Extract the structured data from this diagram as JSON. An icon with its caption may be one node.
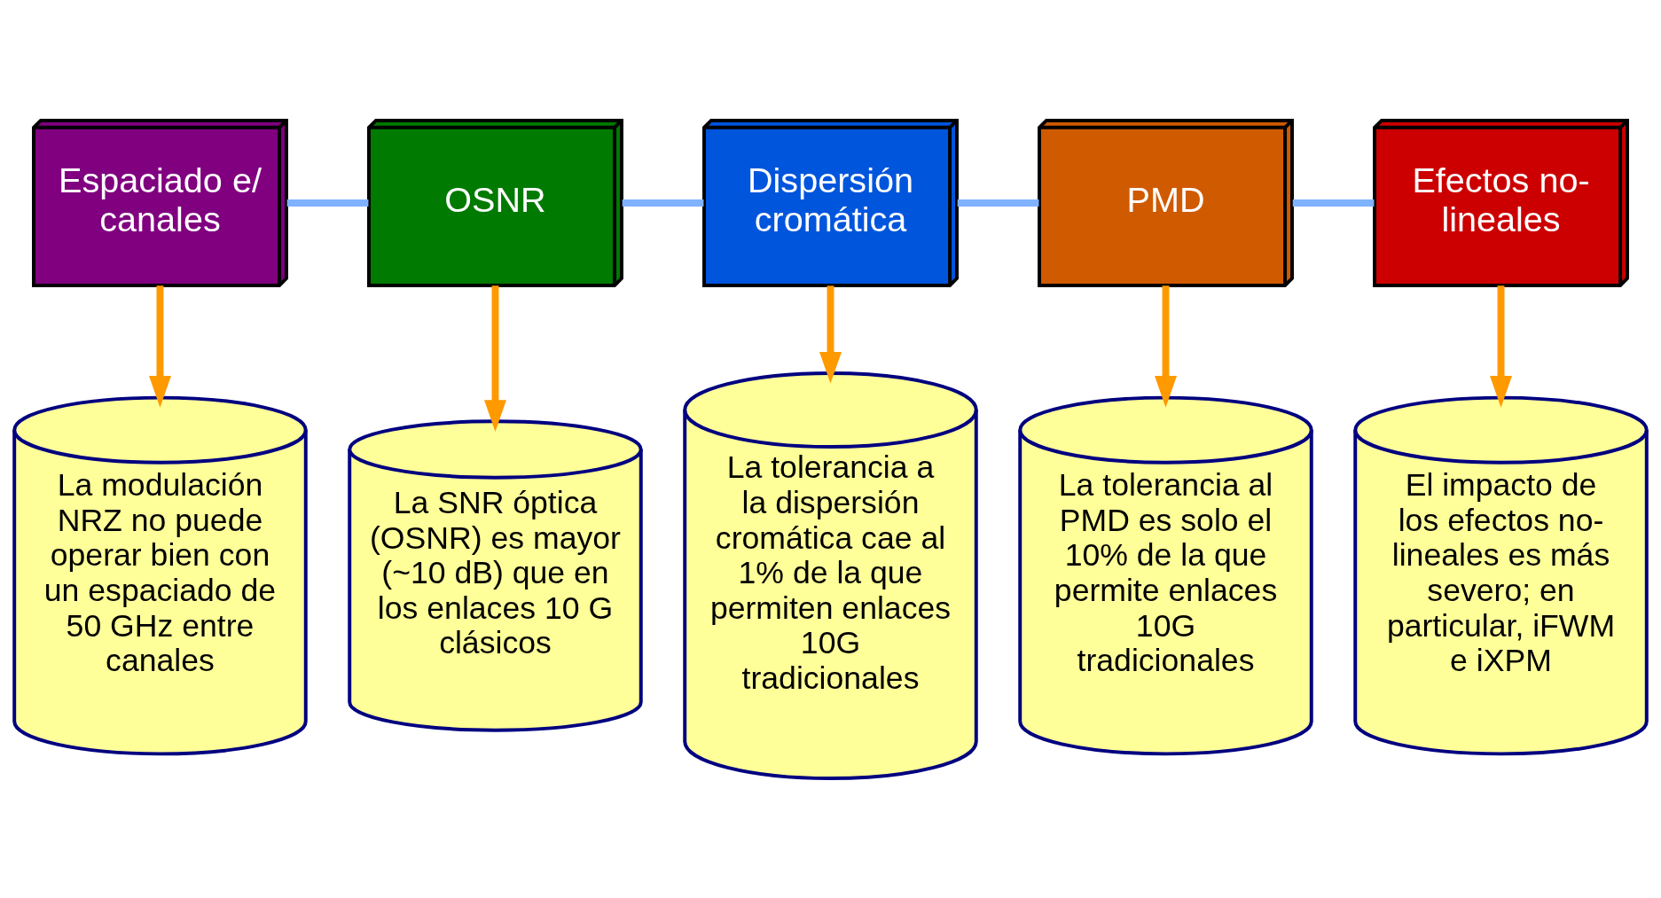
{
  "diagram": {
    "nodes": [
      {
        "text": [
          "Espaciado e/ canales"
        ]
      },
      {
        "text": [
          "OSNR"
        ]
      },
      {
        "text": [
          "Dispersión cromática"
        ]
      },
      {
        "text": [
          "PMD"
        ]
      },
      {
        "text": [
          "Efectos no-lineales"
        ]
      },
      {
        "text": [
          "La modulación NRZ no puede operar bien con un espaciado de 50 GHz entre canales"
        ]
      },
      {
        "text": [
          "La SNR óptica (OSNR) es mayor (~10 dB) que en los enlaces 10 G clásicos"
        ]
      },
      {
        "text": [
          "La tolerancia a la dispersión cromática cae al 1% de la que permiten enlaces 10G tradicionales"
        ]
      },
      {
        "text": [
          "La tolerancia al PMD es solo el 10% de la que permite enlaces 10G tradicionales"
        ]
      },
      {
        "text": [
          "El impacto de los efectos no-lineales es más severo; en particular, iFWM e iXPM"
        ]
      }
    ],
    "edges": [
      {
        "from": 0,
        "to": 1,
        "arrow": "none",
        "color": "#7fb2ff"
      },
      {
        "from": 1,
        "to": 2,
        "arrow": "none",
        "color": "#7fb2ff"
      },
      {
        "from": 2,
        "to": 3,
        "arrow": "none",
        "color": "#7fb2ff"
      },
      {
        "from": 3,
        "to": 4,
        "arrow": "none",
        "color": "#7fb2ff"
      },
      {
        "from": 0,
        "to": 5,
        "arrow": "to"
      },
      {
        "from": 1,
        "to": 6,
        "arrow": "to"
      },
      {
        "from": 2,
        "to": 7,
        "arrow": "to"
      },
      {
        "from": 3,
        "to": 8,
        "arrow": "to"
      },
      {
        "from": 4,
        "to": 9,
        "arrow": "to"
      }
    ]
  }
}
